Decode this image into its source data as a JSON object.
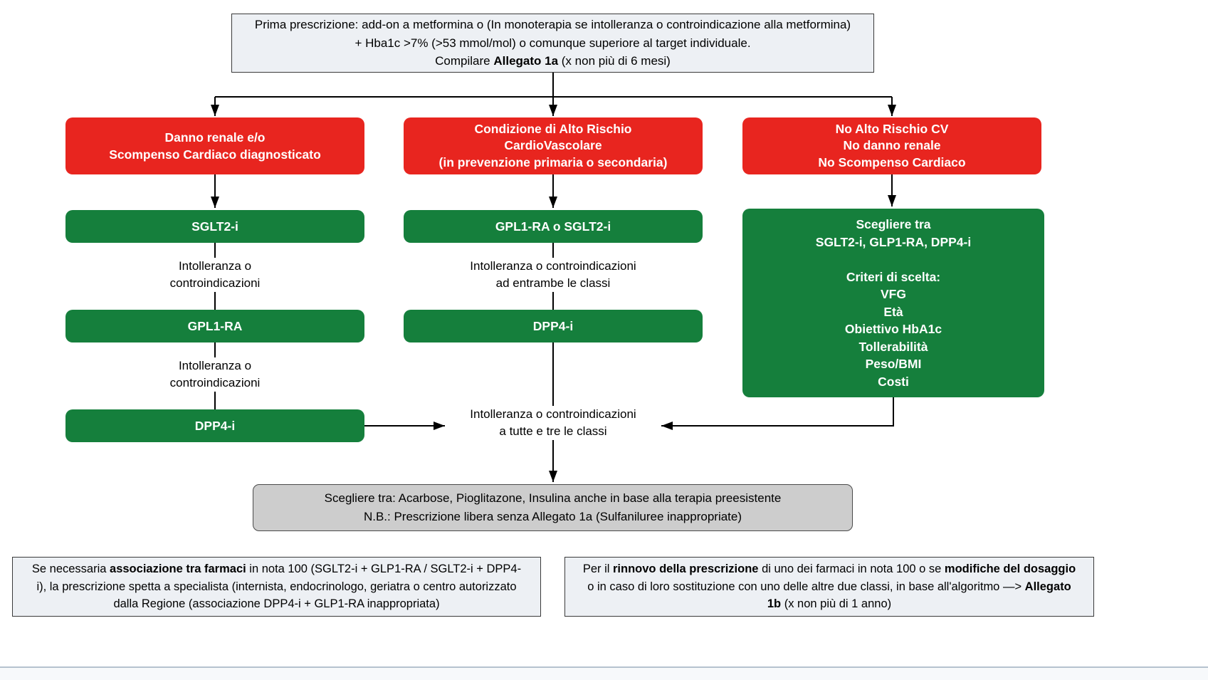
{
  "colors": {
    "red": "#e8251f",
    "green": "#157f3c",
    "gray_box": "#cdcdcd",
    "note_bg": "#edf0f4",
    "connector": "#000000"
  },
  "top_box": {
    "line1": "Prima prescrizione: add-on a metformina o (In monoterapia se intolleranza o controindicazione alla metformina) + Hba1c  >7% (>53 mmol/mol) o comunque superiore al target individuale.",
    "line2_pre": "Compilare ",
    "line2_bold": "Allegato 1a",
    "line2_post": " (x non più di 6 mesi)"
  },
  "red_left": {
    "line1": "Danno renale e/o",
    "line2": "Scompenso Cardiaco diagnosticato"
  },
  "red_mid": {
    "line1": "Condizione di Alto Rischio",
    "line2": "CardioVascolare",
    "line3": "(in prevenzione primaria o secondaria)"
  },
  "red_right": {
    "line1": "No Alto Rischio CV",
    "line2": "No danno renale",
    "line3": "No Scompenso Cardiaco"
  },
  "green_left_1": "SGLT2-i",
  "green_left_2": "GPL1-RA",
  "green_left_3": "DPP4-i",
  "green_mid_1": "GPL1-RA o SGLT2-i",
  "green_mid_2": "DPP4-i",
  "green_right": {
    "line1": "Scegliere tra",
    "line2": "SGLT2-i, GLP1-RA, DPP4-i",
    "line3": "Criteri di scelta:",
    "line4": "VFG",
    "line5": "Età",
    "line6": "Obiettivo HbA1c",
    "line7": "Tollerabilità",
    "line8": "Peso/BMI",
    "line9": "Costi"
  },
  "label_left_1": {
    "line1": "Intolleranza o",
    "line2": "controindicazioni"
  },
  "label_left_2": {
    "line1": "Intolleranza o",
    "line2": "controindicazioni"
  },
  "label_mid": {
    "line1": "Intolleranza o controindicazioni",
    "line2": "ad entrambe le classi"
  },
  "label_converge": {
    "line1": "Intolleranza o controindicazioni",
    "line2": "a tutte e tre le classi"
  },
  "gray_box": {
    "line1": "Scegliere tra: Acarbose, Pioglitazone, Insulina anche in base alla terapia preesistente",
    "line2": "N.B.: Prescrizione libera senza Allegato 1a  (Sulfaniluree inappropriate)"
  },
  "note_left": {
    "seg1": "Se necessaria ",
    "seg2_bold": "associazione tra farmaci",
    "seg3": " in nota 100 (SGLT2-i + GLP1-RA / SGLT2-i + DPP4-i), la prescrizione spetta a specialista (internista, endocrinologo, geriatra o centro autorizzato dalla Regione (associazione DPP4-i + GLP1-RA inappropriata)"
  },
  "note_right": {
    "seg1": "Per il ",
    "seg2_bold": "rinnovo della prescrizione",
    "seg3": " di uno dei farmaci in nota 100 o se ",
    "seg4_bold": "modifiche del dosaggio",
    "seg5": " o in caso di loro sostituzione con uno delle altre due classi, in base all'algoritmo —> ",
    "seg6_bold": "Allegato 1b",
    "seg7": " (x non più di 1 anno)"
  }
}
